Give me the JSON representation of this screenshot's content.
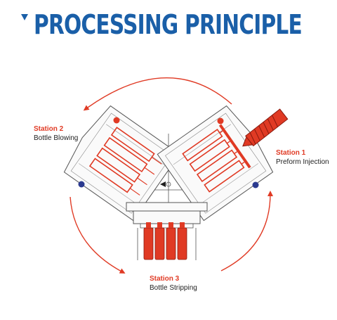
{
  "heading": {
    "title": "PROCESSING PRINCIPLE"
  },
  "stations": [
    {
      "title": "Station 1",
      "description": "Preform Injection"
    },
    {
      "title": "Station 2",
      "description": "Bottle Blowing"
    },
    {
      "title": "Station 3",
      "description": "Bottle Stripping"
    }
  ],
  "colors": {
    "accent": "#1a5fa8",
    "highlight": "#e03a24",
    "line": "#555555"
  }
}
